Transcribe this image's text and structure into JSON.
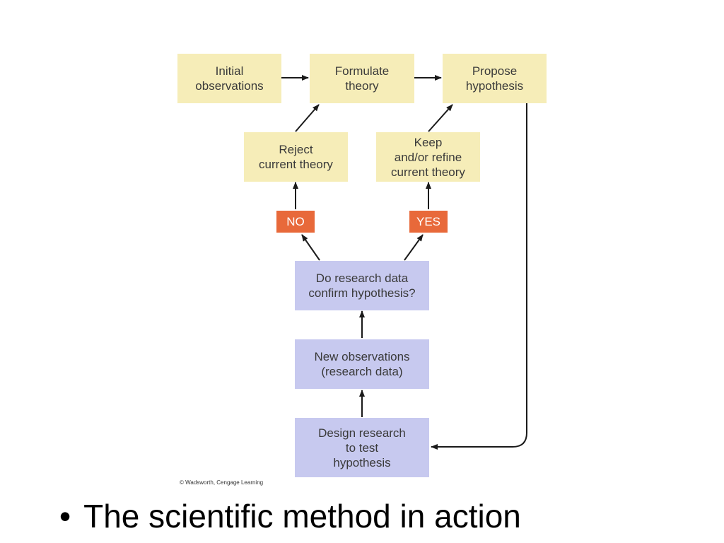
{
  "diagram": {
    "nodes": {
      "initial_observations": [
        "Initial",
        "observations"
      ],
      "formulate_theory": [
        "Formulate",
        "theory"
      ],
      "propose_hypothesis": [
        "Propose",
        "hypothesis"
      ],
      "reject_theory": [
        "Reject",
        "current theory"
      ],
      "keep_refine_theory": [
        "Keep",
        "and/or refine",
        "current theory"
      ],
      "no_badge": "NO",
      "yes_badge": "YES",
      "confirm_question": [
        "Do research data",
        "confirm hypothesis?"
      ],
      "new_observations": [
        "New observations",
        "(research data)"
      ],
      "design_research": [
        "Design research",
        "to test",
        "hypothesis"
      ]
    },
    "edges": [
      [
        "initial_observations",
        "formulate_theory"
      ],
      [
        "formulate_theory",
        "propose_hypothesis"
      ],
      [
        "propose_hypothesis",
        "design_research"
      ],
      [
        "design_research",
        "new_observations"
      ],
      [
        "new_observations",
        "confirm_question"
      ],
      [
        "confirm_question",
        "no_badge"
      ],
      [
        "confirm_question",
        "yes_badge"
      ],
      [
        "no_badge",
        "reject_theory"
      ],
      [
        "yes_badge",
        "keep_refine_theory"
      ],
      [
        "reject_theory",
        "formulate_theory"
      ],
      [
        "keep_refine_theory",
        "propose_hypothesis"
      ]
    ],
    "colors": {
      "theory_box": "#f6edb8",
      "research_box": "#c7c9ef",
      "decision_badge": "#e8693a",
      "arrow": "#1a1a1a"
    }
  },
  "credit": "© Wadsworth, Cengage Learning",
  "caption": {
    "bullet": "•",
    "text": "The scientific method in action"
  }
}
